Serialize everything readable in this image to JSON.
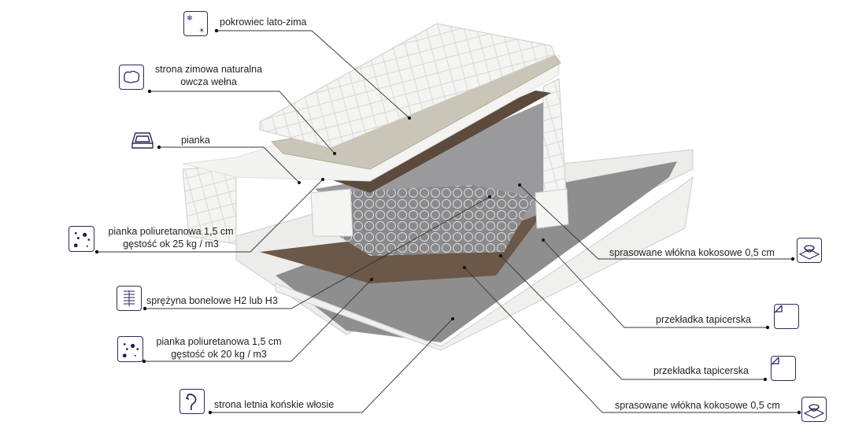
{
  "labels": {
    "cover": "pokrowiec lato-zima",
    "wool_line1": "strona zimowa naturalna",
    "wool_line2": "owcza wełna",
    "foam": "pianka",
    "pu25_line1": "pianka poliuretanowa 1,5 cm",
    "pu25_line2": "gęstość ok 25 kg / m3",
    "spring": "sprężyna bonelowe H2 lub H3",
    "pu20_line1": "pianka poliuretanowa 1,5 cm",
    "pu20_line2": "gęstość ok 20 kg / m3",
    "horsehair": "strona letnia końskie włosie",
    "coconut_top": "sprasowane włókna kokosowe 0,5 cm",
    "felt_top": "przekładka tapicerska",
    "felt_bottom": "przekładka tapicerska",
    "coconut_bottom": "sprasowane włókna kokosowe 0,5 cm"
  },
  "colors": {
    "icon": "#2d2a5e",
    "leader": "#333333",
    "coconut": "#6b5848",
    "felt": "#8f8f8f"
  }
}
